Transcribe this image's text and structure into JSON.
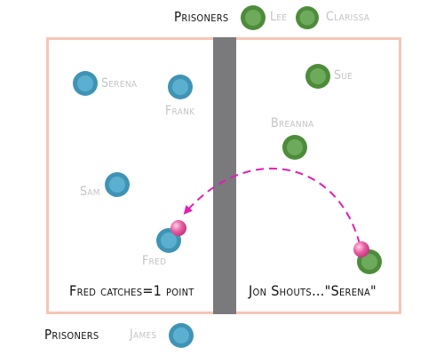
{
  "colors": {
    "court_border": "#f5c6b7",
    "divider": "#7a7a7c",
    "blue_team": "#3f94b5",
    "blue_team_inner": "#5bb0cf",
    "green_team": "#4d8c3a",
    "green_team_inner": "#6eaa5b",
    "ball": "#ea5ea2",
    "throw_arc": "#e01fb3",
    "name_text": "#c4c4c4"
  },
  "top_prisoners": {
    "heading": "Prisoners",
    "players": [
      "Lee",
      "Clarissa"
    ]
  },
  "bottom_prisoners": {
    "heading": "Prisoners",
    "players": [
      "James"
    ]
  },
  "left_team": {
    "players": [
      "Serena",
      "Frank",
      "Sam",
      "Fred"
    ],
    "caption": "Fred catches=1 point"
  },
  "right_team": {
    "players": [
      "Sue",
      "Breanna"
    ],
    "caption": "Jon Shouts…\"Serena\""
  },
  "icons": {
    "ball": "ball-icon",
    "throw": "curved-arrow-icon"
  }
}
